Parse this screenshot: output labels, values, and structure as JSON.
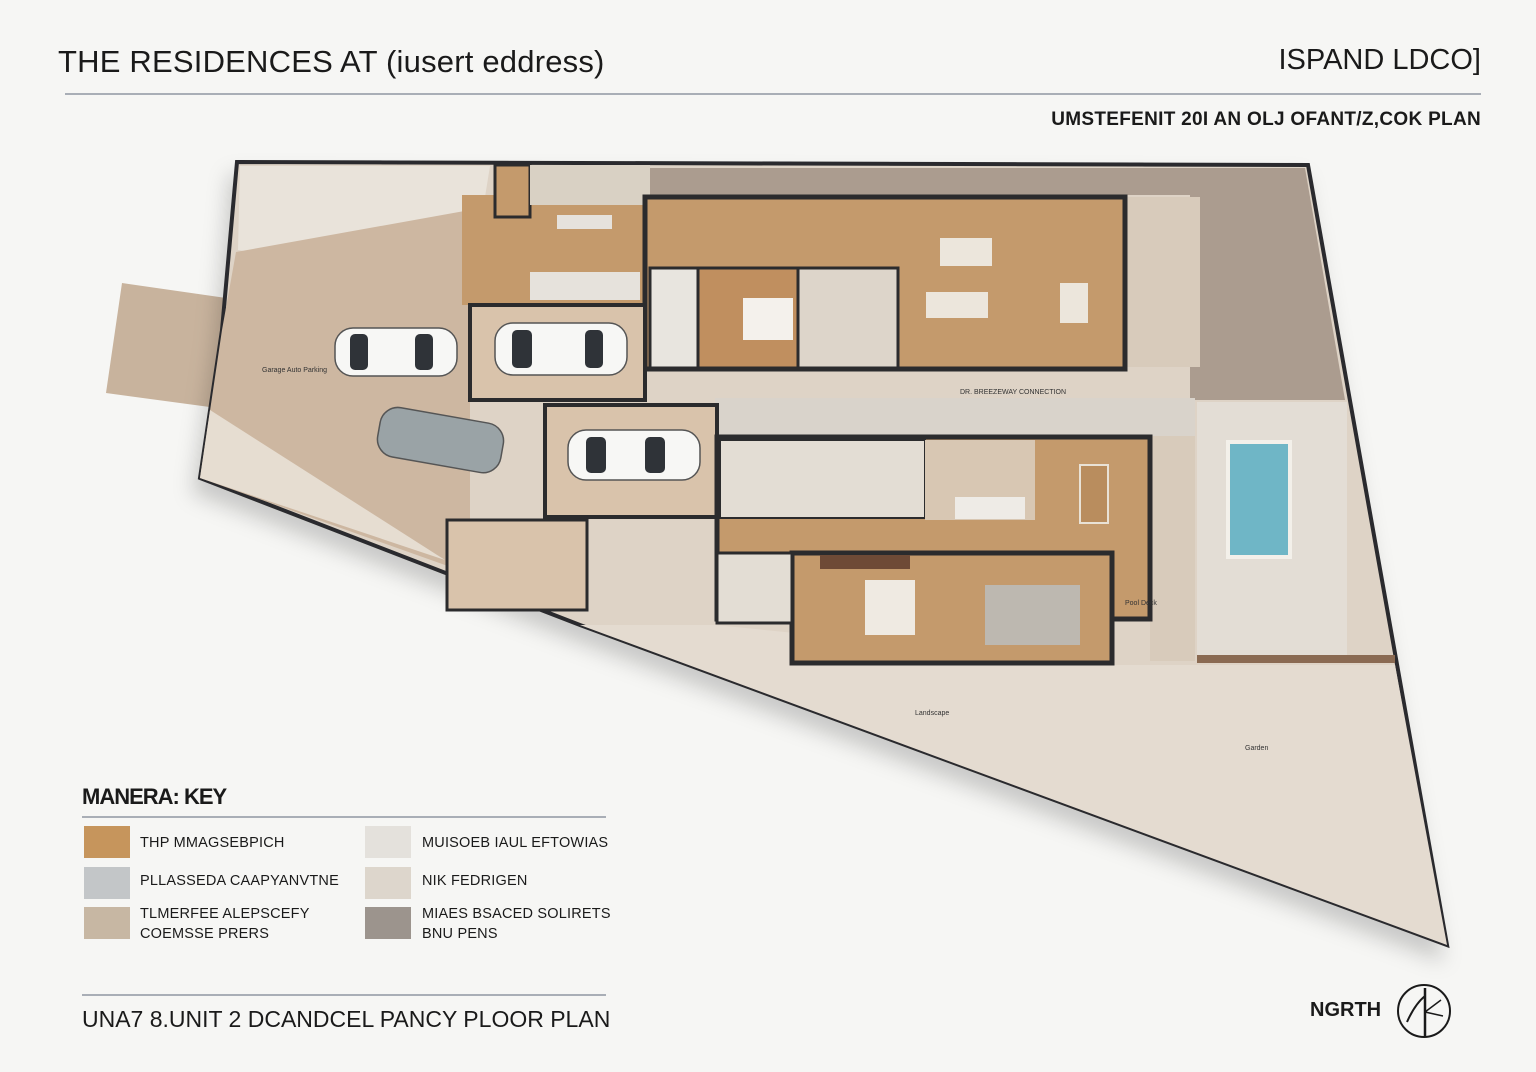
{
  "header": {
    "title": "THE RESIDENCES AT (iusert eddress)",
    "brand": "ISPAND LDCO]",
    "subtitle": "UMSTEFENIT 20I AN OLJ OFANT/Z,COK PLAN"
  },
  "plan_labels": {
    "driveway": "Garage Auto Parking",
    "circulation": "DR. BREEZEWAY CONNECTION",
    "pool_area": "Pool Deck",
    "rear_yard": "Garden",
    "landscape": "Landscape"
  },
  "material_key": {
    "title": "MANERA: KEY",
    "items": [
      {
        "label": "THP MMAGSEBPICH",
        "color": "#c6955c"
      },
      {
        "label": "MUISOEB IAUL EFTOWIAS",
        "color": "#e4e1dc"
      },
      {
        "label": "PLLASSEDA CAAPYANVTNE",
        "color": "#c3c6c8"
      },
      {
        "label": "NIK FEDRIGEN",
        "color": "#ddd6cc"
      },
      {
        "label": "TLMERFEE ALEPSCEFY COEMSSE PRERS",
        "color": "#c7b7a3"
      },
      {
        "label": "MIAES BSACED SOLIRETS BNU PENS",
        "color": "#9c948d"
      }
    ]
  },
  "footer": {
    "plan_title": "UNA7 8.UNIT 2 DCANDCEL PANCY PLOOR PLAN",
    "north_label": "NGRTH"
  },
  "colors": {
    "wood": "#c49a6c",
    "wall": "#2b2b2d",
    "paving": "#d2bda6",
    "gravel": "#a8978a",
    "pool": "#6fb6c6"
  }
}
